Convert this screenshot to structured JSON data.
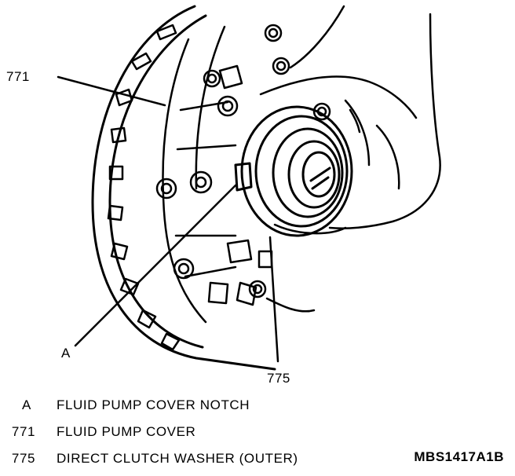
{
  "callouts": {
    "cover": "771",
    "notch": "A",
    "washer": "775"
  },
  "legend": [
    {
      "key": "A",
      "description": "FLUID PUMP COVER NOTCH"
    },
    {
      "key": "771",
      "description": "FLUID PUMP COVER"
    },
    {
      "key": "775",
      "description": "DIRECT CLUTCH WASHER (OUTER)"
    }
  ],
  "figure_code": "MBS1417A1B"
}
